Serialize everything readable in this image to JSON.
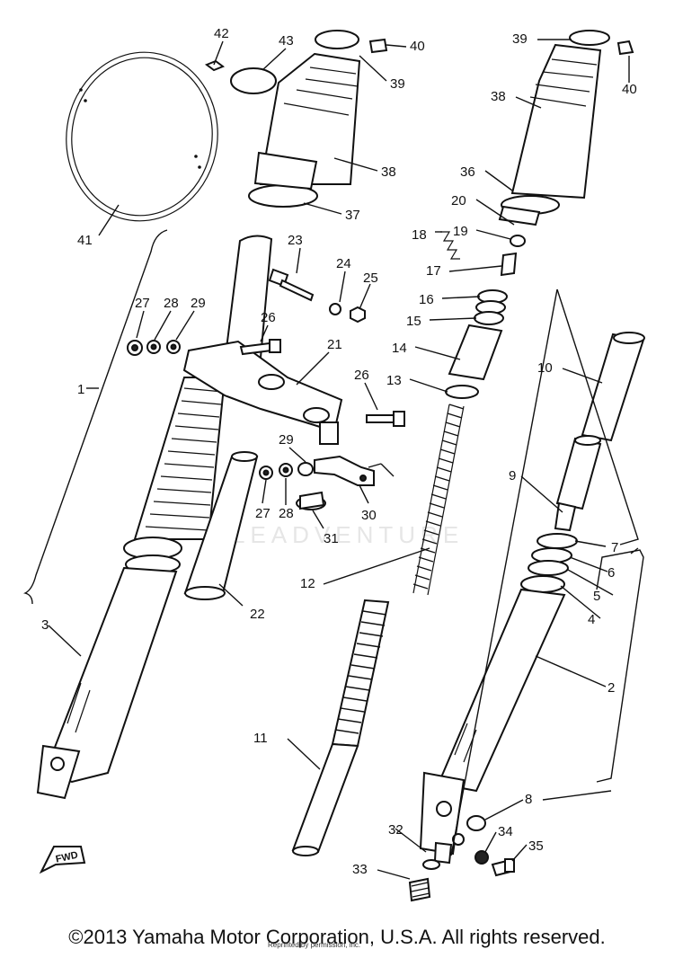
{
  "diagram": {
    "watermark": "LEADVENTURE",
    "fwd_mark": "FWD",
    "callouts": [
      {
        "id": "c42",
        "label": "42"
      },
      {
        "id": "c43",
        "label": "43"
      },
      {
        "id": "c40a",
        "label": "40"
      },
      {
        "id": "c39a",
        "label": "39"
      },
      {
        "id": "c38a",
        "label": "38"
      },
      {
        "id": "c37",
        "label": "37"
      },
      {
        "id": "c41",
        "label": "41"
      },
      {
        "id": "c23",
        "label": "23"
      },
      {
        "id": "c24",
        "label": "24"
      },
      {
        "id": "c25",
        "label": "25"
      },
      {
        "id": "c27a",
        "label": "27"
      },
      {
        "id": "c28a",
        "label": "28"
      },
      {
        "id": "c29a",
        "label": "29"
      },
      {
        "id": "c26a",
        "label": "26"
      },
      {
        "id": "c21",
        "label": "21"
      },
      {
        "id": "c26b",
        "label": "26"
      },
      {
        "id": "c1",
        "label": "1"
      },
      {
        "id": "c29b",
        "label": "29"
      },
      {
        "id": "c27b",
        "label": "27"
      },
      {
        "id": "c28b",
        "label": "28"
      },
      {
        "id": "c30",
        "label": "30"
      },
      {
        "id": "c31",
        "label": "31"
      },
      {
        "id": "c22",
        "label": "22"
      },
      {
        "id": "c3",
        "label": "3"
      },
      {
        "id": "c39b",
        "label": "39"
      },
      {
        "id": "c40b",
        "label": "40"
      },
      {
        "id": "c38b",
        "label": "38"
      },
      {
        "id": "c36",
        "label": "36"
      },
      {
        "id": "c20",
        "label": "20"
      },
      {
        "id": "c18",
        "label": "18"
      },
      {
        "id": "c19",
        "label": "19"
      },
      {
        "id": "c17",
        "label": "17"
      },
      {
        "id": "c16",
        "label": "16"
      },
      {
        "id": "c15",
        "label": "15"
      },
      {
        "id": "c14",
        "label": "14"
      },
      {
        "id": "c13",
        "label": "13"
      },
      {
        "id": "c10",
        "label": "10"
      },
      {
        "id": "c12",
        "label": "12"
      },
      {
        "id": "c9",
        "label": "9"
      },
      {
        "id": "c7",
        "label": "7"
      },
      {
        "id": "c6",
        "label": "6"
      },
      {
        "id": "c5",
        "label": "5"
      },
      {
        "id": "c4",
        "label": "4"
      },
      {
        "id": "c2",
        "label": "2"
      },
      {
        "id": "c11",
        "label": "11"
      },
      {
        "id": "c8",
        "label": "8"
      },
      {
        "id": "c32",
        "label": "32"
      },
      {
        "id": "c34",
        "label": "34"
      },
      {
        "id": "c35",
        "label": "35"
      },
      {
        "id": "c33",
        "label": "33"
      }
    ]
  },
  "footer": {
    "copyright": "©2013 Yamaha Motor Corporation, U.S.A. All rights reserved.",
    "overlay": "Reprinted by permission, inc."
  }
}
